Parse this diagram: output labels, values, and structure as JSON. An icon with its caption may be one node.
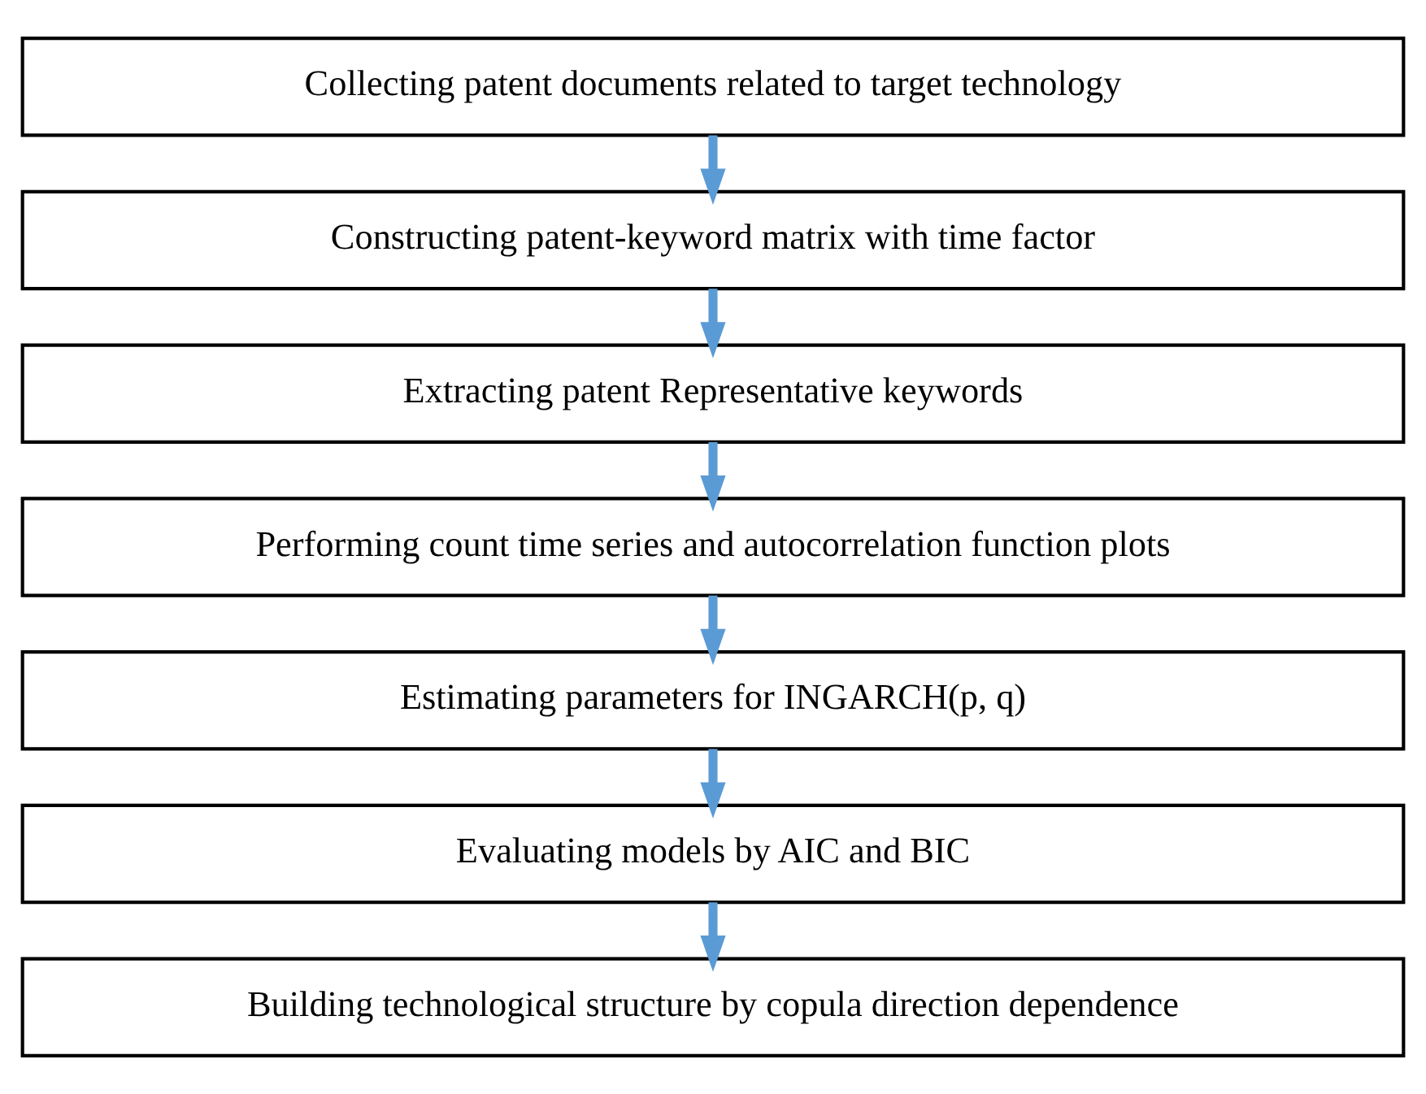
{
  "diagram": {
    "nodes": [
      {
        "text": [
          "Collecting patent documents related to target technology"
        ]
      },
      {
        "text": [
          "Constructing patent-keyword matrix with time factor"
        ]
      },
      {
        "text": [
          "Extracting patent Representative keywords"
        ]
      },
      {
        "text": [
          "Performing count time series and autocorrelation function plots"
        ]
      },
      {
        "text": [
          "Estimating parameters for INGARCH(p, q)"
        ]
      },
      {
        "text": [
          "Evaluating models by AIC and BIC"
        ]
      },
      {
        "text": [
          "Building technological structure by copula direction dependence"
        ]
      }
    ],
    "edges": [
      {
        "from": 0,
        "to": 1,
        "arrow": "to"
      },
      {
        "from": 1,
        "to": 2,
        "arrow": "to"
      },
      {
        "from": 2,
        "to": 3,
        "arrow": "to"
      },
      {
        "from": 3,
        "to": 4,
        "arrow": "to"
      },
      {
        "from": 4,
        "to": 5,
        "arrow": "to"
      },
      {
        "from": 5,
        "to": 6,
        "arrow": "to"
      }
    ]
  }
}
